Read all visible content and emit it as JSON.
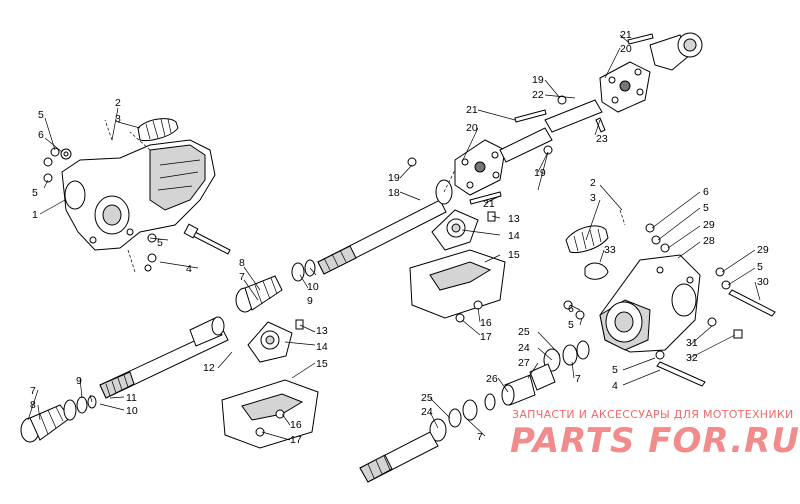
{
  "watermark": {
    "line1": "ЗАПЧАСТИ И АКСЕССУАРЫ ДЛЯ МОТОТЕХНИКИ",
    "line2": "PARTS FOR.RU"
  },
  "callouts": [
    "1",
    "2",
    "3",
    "4",
    "5",
    "6",
    "7",
    "8",
    "9",
    "10",
    "11",
    "12",
    "13",
    "14",
    "15",
    "16",
    "17",
    "18",
    "19",
    "20",
    "21",
    "22",
    "23",
    "24",
    "25",
    "26",
    "27",
    "28",
    "29",
    "30",
    "31",
    "32",
    "33"
  ],
  "colors": {
    "line": "#000000",
    "watermark": "#f06a6a",
    "shade": "#d4d4d4"
  }
}
